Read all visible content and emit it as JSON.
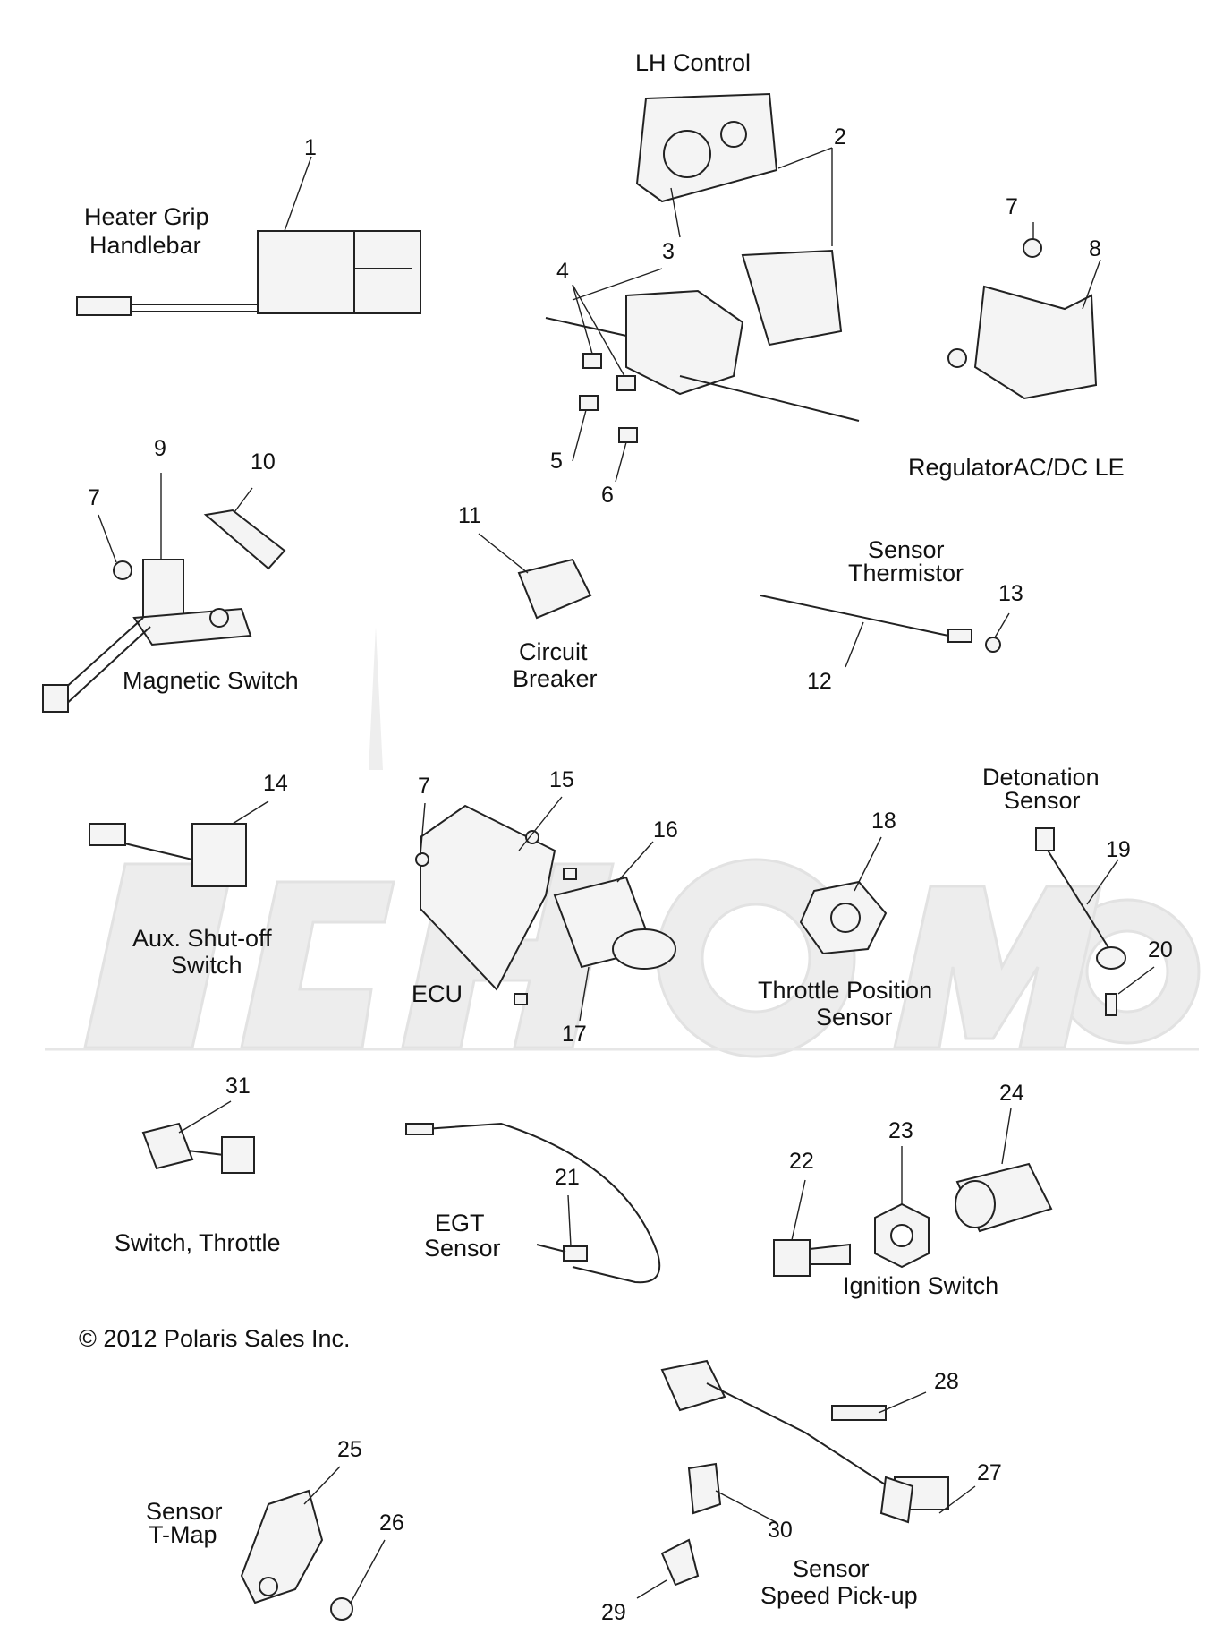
{
  "copyright": "© 2012 Polaris Sales Inc.",
  "labels": {
    "lh_control": "LH Control",
    "heater_grip_1": "Heater Grip",
    "heater_grip_2": "Handlebar",
    "regulator": "RegulatorAC/DC LE",
    "magnetic_switch": "Magnetic Switch",
    "circuit_breaker_1": "Circuit",
    "circuit_breaker_2": "Breaker",
    "sensor_thermistor_1": "Sensor",
    "sensor_thermistor_2": "Thermistor",
    "detonation_1": "Detonation",
    "detonation_2": "Sensor",
    "aux_shutoff_1": "Aux. Shut-off",
    "aux_shutoff_2": "Switch",
    "ecu": "ECU",
    "tps_1": "Throttle Position",
    "tps_2": "Sensor",
    "switch_throttle": "Switch, Throttle",
    "egt_1": "EGT",
    "egt_2": "Sensor",
    "ignition_switch": "Ignition Switch",
    "tmap_1": "Sensor",
    "tmap_2": "T-Map",
    "speed_1": "Sensor",
    "speed_2": "Speed Pick-up"
  },
  "callouts": {
    "n1": "1",
    "n2": "2",
    "n3": "3",
    "n4": "4",
    "n5": "5",
    "n6": "6",
    "n7a": "7",
    "n7b": "7",
    "n7c": "7",
    "n8": "8",
    "n9": "9",
    "n10": "10",
    "n11": "11",
    "n12": "12",
    "n13": "13",
    "n14": "14",
    "n15": "15",
    "n16": "16",
    "n17": "17",
    "n18": "18",
    "n19": "19",
    "n20": "20",
    "n21": "21",
    "n22": "22",
    "n23": "23",
    "n24": "24",
    "n25": "25",
    "n26": "26",
    "n27": "27",
    "n28": "28",
    "n29": "29",
    "n30": "30",
    "n31": "31"
  }
}
